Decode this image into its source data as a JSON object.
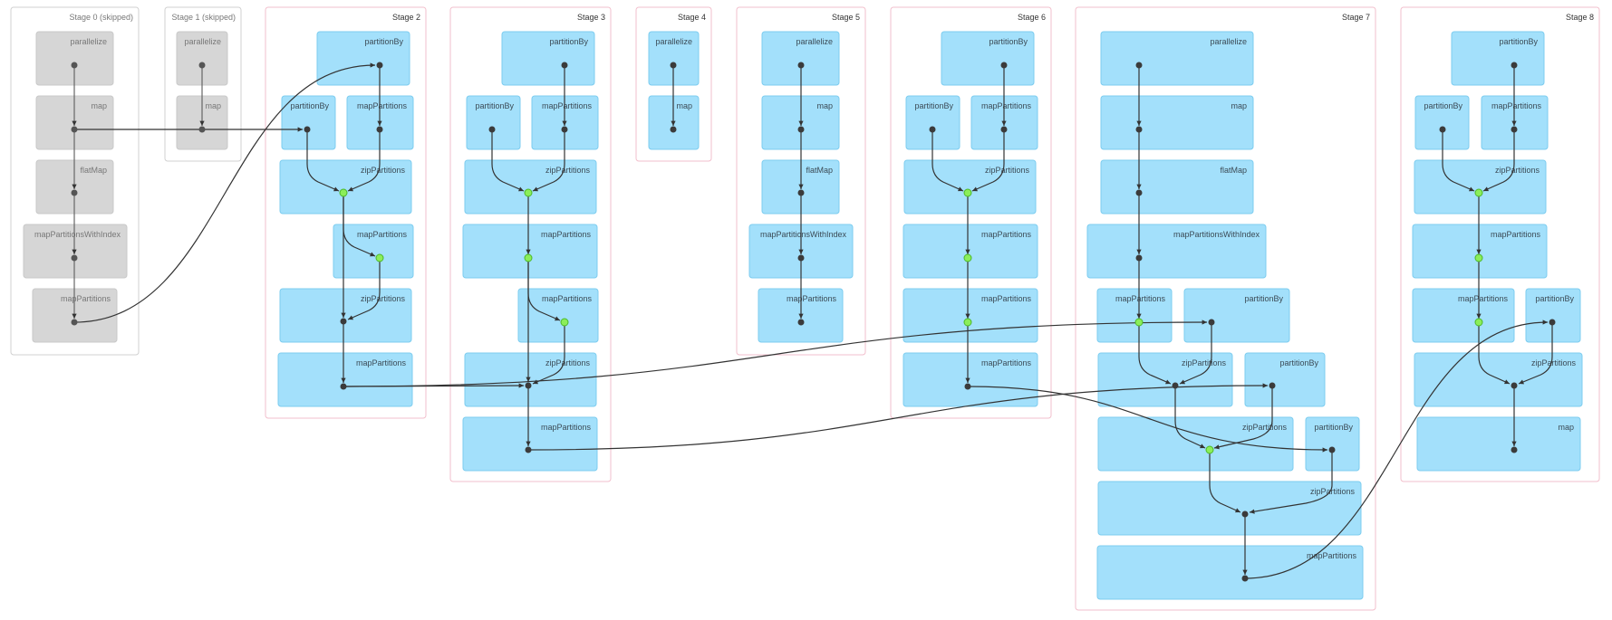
{
  "page": {
    "title": "DAG Visualization"
  },
  "colors": {
    "active_box": "#a3e0fb",
    "skipped_box": "#d6d6d6",
    "stage_border": "#f2bfcc",
    "cached_node": "#8bee5a",
    "node": "#3b3b3b"
  },
  "stages": [
    {
      "id": "s0",
      "label": "Stage 0 (skipped)",
      "skipped": true,
      "ops": [
        {
          "id": "s0a",
          "label": "parallelize"
        },
        {
          "id": "s0b",
          "label": "map"
        },
        {
          "id": "s0c",
          "label": "flatMap"
        },
        {
          "id": "s0d",
          "label": "mapPartitionsWithIndex"
        },
        {
          "id": "s0e",
          "label": "mapPartitions"
        }
      ]
    },
    {
      "id": "s1",
      "label": "Stage 1 (skipped)",
      "skipped": true,
      "ops": [
        {
          "id": "s1a",
          "label": "parallelize"
        },
        {
          "id": "s1b",
          "label": "map"
        }
      ]
    },
    {
      "id": "s2",
      "label": "Stage 2",
      "skipped": false,
      "ops": [
        {
          "id": "s2a",
          "label": "partitionBy"
        },
        {
          "id": "s2b",
          "label": "partitionBy"
        },
        {
          "id": "s2c",
          "label": "mapPartitions"
        },
        {
          "id": "s2d",
          "label": "zipPartitions"
        },
        {
          "id": "s2e",
          "label": "mapPartitions"
        },
        {
          "id": "s2f",
          "label": "zipPartitions"
        },
        {
          "id": "s2g",
          "label": "mapPartitions"
        }
      ]
    },
    {
      "id": "s3",
      "label": "Stage 3",
      "skipped": false,
      "ops": [
        {
          "id": "s3a",
          "label": "partitionBy"
        },
        {
          "id": "s3b",
          "label": "partitionBy"
        },
        {
          "id": "s3c",
          "label": "mapPartitions"
        },
        {
          "id": "s3d",
          "label": "zipPartitions"
        },
        {
          "id": "s3e",
          "label": "mapPartitions"
        },
        {
          "id": "s3f",
          "label": "mapPartitions"
        },
        {
          "id": "s3g",
          "label": "zipPartitions"
        },
        {
          "id": "s3h",
          "label": "mapPartitions"
        }
      ]
    },
    {
      "id": "s4",
      "label": "Stage 4",
      "skipped": false,
      "ops": [
        {
          "id": "s4a",
          "label": "parallelize"
        },
        {
          "id": "s4b",
          "label": "map"
        }
      ]
    },
    {
      "id": "s5",
      "label": "Stage 5",
      "skipped": false,
      "ops": [
        {
          "id": "s5a",
          "label": "parallelize"
        },
        {
          "id": "s5b",
          "label": "map"
        },
        {
          "id": "s5c",
          "label": "flatMap"
        },
        {
          "id": "s5d",
          "label": "mapPartitionsWithIndex"
        },
        {
          "id": "s5e",
          "label": "mapPartitions"
        }
      ]
    },
    {
      "id": "s6",
      "label": "Stage 6",
      "skipped": false,
      "ops": [
        {
          "id": "s6a",
          "label": "partitionBy"
        },
        {
          "id": "s6b",
          "label": "partitionBy"
        },
        {
          "id": "s6c",
          "label": "mapPartitions"
        },
        {
          "id": "s6d",
          "label": "zipPartitions"
        },
        {
          "id": "s6e",
          "label": "mapPartitions"
        },
        {
          "id": "s6f",
          "label": "mapPartitions"
        },
        {
          "id": "s6g",
          "label": "mapPartitions"
        }
      ]
    },
    {
      "id": "s7",
      "label": "Stage 7",
      "skipped": false,
      "ops": [
        {
          "id": "s7a",
          "label": "parallelize"
        },
        {
          "id": "s7b",
          "label": "map"
        },
        {
          "id": "s7c",
          "label": "flatMap"
        },
        {
          "id": "s7d",
          "label": "mapPartitionsWithIndex"
        },
        {
          "id": "s7e",
          "label": "mapPartitions"
        },
        {
          "id": "s7f",
          "label": "partitionBy"
        },
        {
          "id": "s7g",
          "label": "zipPartitions"
        },
        {
          "id": "s7h",
          "label": "partitionBy"
        },
        {
          "id": "s7i",
          "label": "zipPartitions"
        },
        {
          "id": "s7j",
          "label": "partitionBy"
        },
        {
          "id": "s7k",
          "label": "zipPartitions"
        },
        {
          "id": "s7l",
          "label": "mapPartitions"
        }
      ]
    },
    {
      "id": "s8",
      "label": "Stage 8",
      "skipped": false,
      "ops": [
        {
          "id": "s8a",
          "label": "partitionBy"
        },
        {
          "id": "s8b",
          "label": "partitionBy"
        },
        {
          "id": "s8c",
          "label": "mapPartitions"
        },
        {
          "id": "s8d",
          "label": "zipPartitions"
        },
        {
          "id": "s8e",
          "label": "mapPartitions"
        },
        {
          "id": "s8f",
          "label": "mapPartitions"
        },
        {
          "id": "s8g",
          "label": "partitionBy"
        },
        {
          "id": "s8h",
          "label": "zipPartitions"
        },
        {
          "id": "s8i",
          "label": "map"
        }
      ]
    }
  ],
  "cached_nodes": [
    "s2d",
    "s2e",
    "s3d",
    "s3e",
    "s3f",
    "s6d",
    "s6e",
    "s6f",
    "s7e",
    "s7i",
    "s8d",
    "s8e",
    "s8f"
  ],
  "edges": [
    [
      "s0a",
      "s0b"
    ],
    [
      "s0b",
      "s0c"
    ],
    [
      "s0c",
      "s0d"
    ],
    [
      "s0d",
      "s0e"
    ],
    [
      "s1a",
      "s1b"
    ],
    [
      "s0e",
      "s2a"
    ],
    [
      "s0b",
      "s2b"
    ],
    [
      "s2a",
      "s2c"
    ],
    [
      "s2b",
      "s2d"
    ],
    [
      "s2c",
      "s2d"
    ],
    [
      "s2d",
      "s2e"
    ],
    [
      "s2d",
      "s2f"
    ],
    [
      "s2e",
      "s2f"
    ],
    [
      "s2f",
      "s2g"
    ],
    [
      "s3a",
      "s3c"
    ],
    [
      "s3b",
      "s3d"
    ],
    [
      "s3c",
      "s3d"
    ],
    [
      "s3d",
      "s3e"
    ],
    [
      "s3e",
      "s3f"
    ],
    [
      "s3e",
      "s3g"
    ],
    [
      "s3f",
      "s3g"
    ],
    [
      "s3g",
      "s3h"
    ],
    [
      "s2g",
      "s3g"
    ],
    [
      "s4a",
      "s4b"
    ],
    [
      "s5a",
      "s5b"
    ],
    [
      "s5b",
      "s5c"
    ],
    [
      "s5c",
      "s5d"
    ],
    [
      "s5d",
      "s5e"
    ],
    [
      "s6a",
      "s6c"
    ],
    [
      "s6b",
      "s6d"
    ],
    [
      "s6c",
      "s6d"
    ],
    [
      "s6d",
      "s6e"
    ],
    [
      "s6e",
      "s6f"
    ],
    [
      "s6f",
      "s6g"
    ],
    [
      "s2g",
      "s7f"
    ],
    [
      "s3h",
      "s7h"
    ],
    [
      "s6g",
      "s7j"
    ],
    [
      "s7a",
      "s7b"
    ],
    [
      "s7b",
      "s7c"
    ],
    [
      "s7c",
      "s7d"
    ],
    [
      "s7d",
      "s7e"
    ],
    [
      "s7e",
      "s7g"
    ],
    [
      "s7f",
      "s7g"
    ],
    [
      "s7g",
      "s7i"
    ],
    [
      "s7h",
      "s7i"
    ],
    [
      "s7i",
      "s7k"
    ],
    [
      "s7j",
      "s7k"
    ],
    [
      "s7k",
      "s7l"
    ],
    [
      "s7l",
      "s8g"
    ],
    [
      "s8a",
      "s8c"
    ],
    [
      "s8b",
      "s8d"
    ],
    [
      "s8c",
      "s8d"
    ],
    [
      "s8d",
      "s8e"
    ],
    [
      "s8e",
      "s8f"
    ],
    [
      "s8f",
      "s8h"
    ],
    [
      "s8g",
      "s8h"
    ],
    [
      "s8h",
      "s8i"
    ]
  ]
}
